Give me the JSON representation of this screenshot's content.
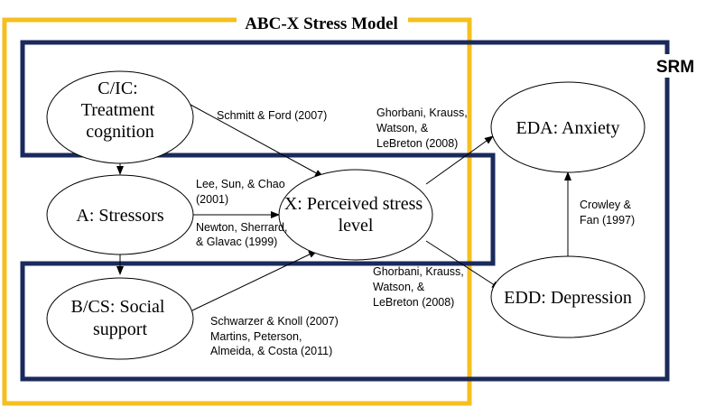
{
  "frames": {
    "abcx_title": "ABC-X Stress Model",
    "srm_title": "SRM",
    "abcx_color": "#f5bf1f",
    "srm_color": "#1b2a5c"
  },
  "nodes": {
    "cic": [
      "C/IC:",
      "Treatment",
      "cognition"
    ],
    "a": [
      "A: Stressors"
    ],
    "bcs": [
      "B/CS: Social",
      "support"
    ],
    "x": [
      "X: Perceived stress",
      "level"
    ],
    "eda": [
      "EDA: Anxiety"
    ],
    "edd": [
      "EDD: Depression"
    ]
  },
  "citations": {
    "schmitt": [
      "Schmitt & Ford (2007)"
    ],
    "lee": [
      "Lee, Sun, & Chao",
      "(2001)"
    ],
    "newton": [
      "Newton, Sherrard,",
      "& Glavac (1999)"
    ],
    "ghorbani_top": [
      "Ghorbani, Krauss,",
      "Watson, &",
      "LeBreton (2008)"
    ],
    "ghorbani_bottom": [
      "Ghorbani, Krauss,",
      "Watson, &",
      "LeBreton (2008)"
    ],
    "crowley": [
      "Crowley &",
      "Fan (1997)"
    ],
    "schwarzer": [
      "Schwarzer & Knoll (2007)",
      "Martins, Peterson,",
      "Almeida, & Costa (2011)"
    ]
  }
}
